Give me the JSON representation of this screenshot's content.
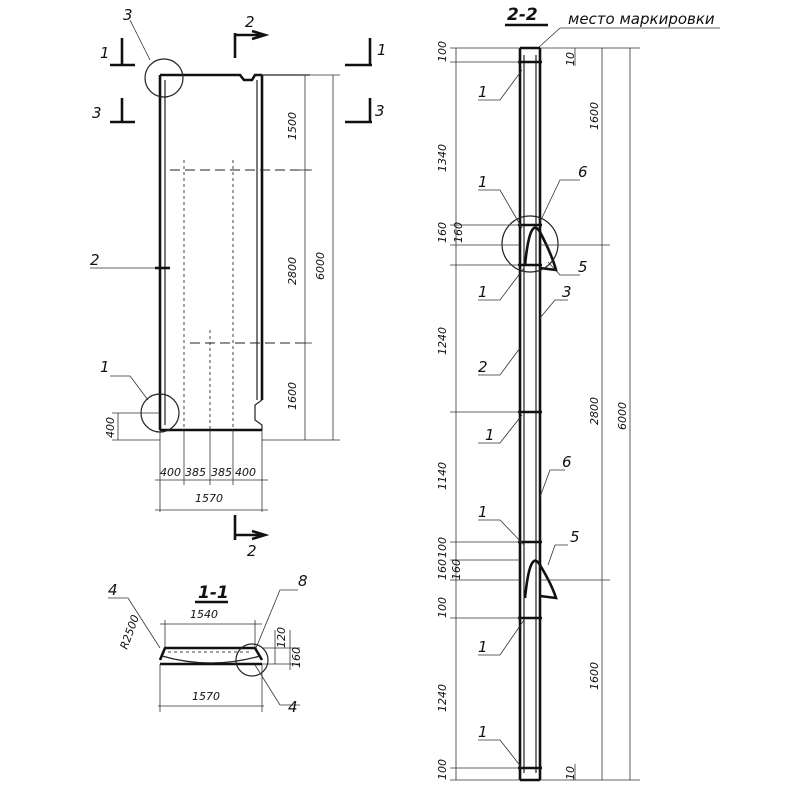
{
  "view_main": {
    "section_marks": [
      "1",
      "1",
      "2",
      "3",
      "3",
      "2"
    ],
    "callouts": {
      "c3": "3",
      "c2": "2",
      "c1": "1"
    },
    "dims_right": [
      "1500",
      "2800",
      "1600",
      "6000"
    ],
    "dim_left": "400",
    "dims_bottom": [
      "400",
      "385",
      "385",
      "400"
    ],
    "dim_total": "1570"
  },
  "section_1_1": {
    "title": "1-1",
    "callouts": [
      "4",
      "8",
      "4"
    ],
    "dim_top": "1540",
    "dim_bottom": "1570",
    "dims_right": [
      "120",
      "160"
    ],
    "radius": "R2500"
  },
  "section_2_2": {
    "title": "2-2",
    "note": "место маркировки",
    "dims_left": [
      "100",
      "1340",
      "160",
      "160",
      "1240",
      "1140",
      "100",
      "160",
      "160",
      "100",
      "1240",
      "100"
    ],
    "dims_right": [
      "10",
      "1600",
      "2800",
      "6000",
      "1600",
      "10"
    ],
    "callouts": [
      "1",
      "6",
      "1",
      "5",
      "1",
      "3",
      "2",
      "1",
      "6",
      "1",
      "5",
      "1",
      "1"
    ]
  }
}
